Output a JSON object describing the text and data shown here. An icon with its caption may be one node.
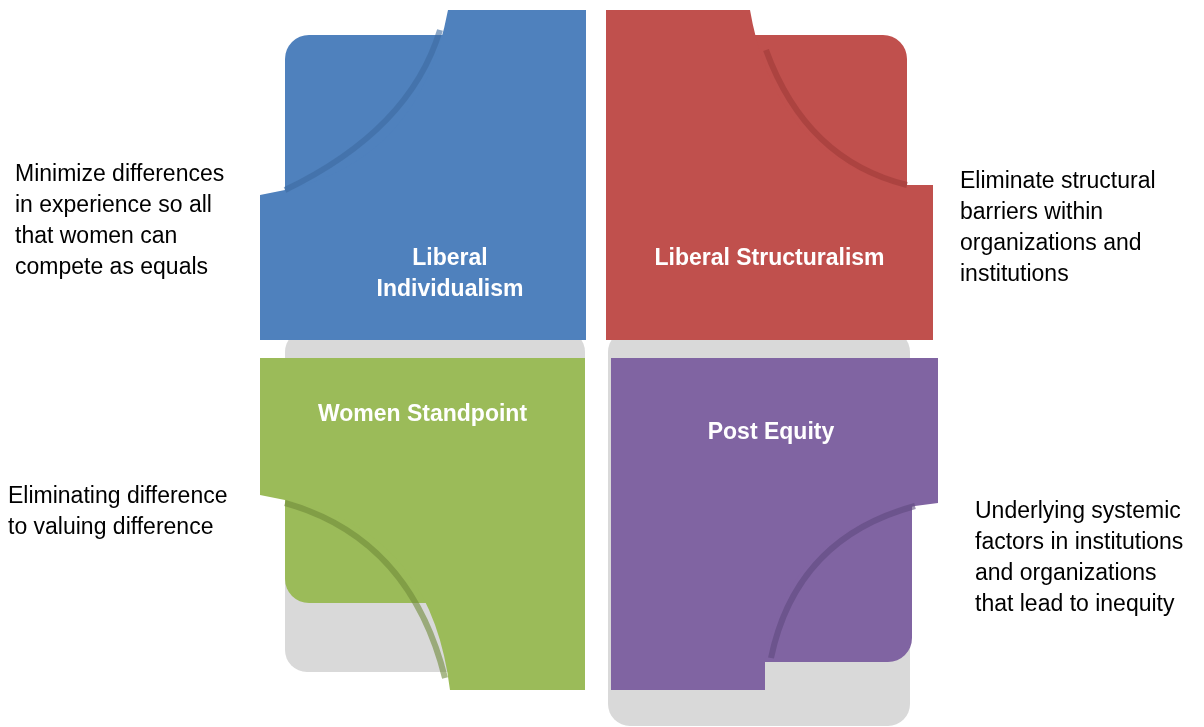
{
  "diagram": {
    "nodes": [
      {
        "text": [
          "Liberal Individualism"
        ],
        "beside": [
          "Minimize differences in experience so all that women can compete as equals"
        ]
      },
      {
        "text": [
          "Liberal Structuralism"
        ],
        "beside": [
          "Eliminate structural barriers within organizations and institutions"
        ]
      },
      {
        "text": [
          "Women Standpoint"
        ],
        "beside": [
          "Eliminating difference to valuing difference"
        ]
      },
      {
        "text": [
          "Post Equity"
        ],
        "beside": [
          "Underlying systemic factors in institutions and organizations that lead to inequity"
        ]
      }
    ]
  }
}
